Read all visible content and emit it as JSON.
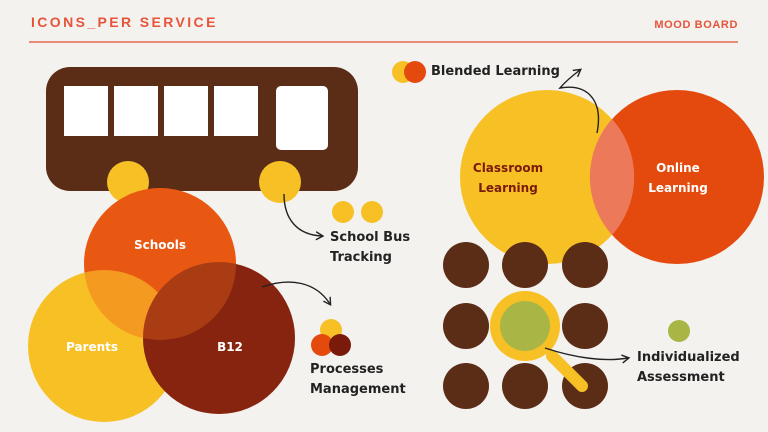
{
  "header": {
    "title": "ICONS_PER SERVICE",
    "tag": "MOOD BOARD"
  },
  "colors": {
    "accent": "#e8543a",
    "brown": "#5b2d17",
    "dark_red": "#7a1a0a",
    "orange": "#e44a0e",
    "yellow": "#f7c126",
    "salmon": "#ec7a5a",
    "green": "#a9b646"
  },
  "labels": {
    "school_bus_tracking": "School Bus\nTracking",
    "blended_learning": "Blended Learning",
    "processes_management": "Processes\nManagement",
    "individualized_assessment": "Individualized\nAssessment"
  },
  "venn_services": {
    "schools": "Schools",
    "parents": "Parents",
    "b12": "B12"
  },
  "venn_learning": {
    "classroom": "Classroom\nLearning",
    "online": "Online\nLearning"
  },
  "icons": [
    "bus-icon",
    "magnifier-icon",
    "venn-icon",
    "dot-grid-icon"
  ]
}
